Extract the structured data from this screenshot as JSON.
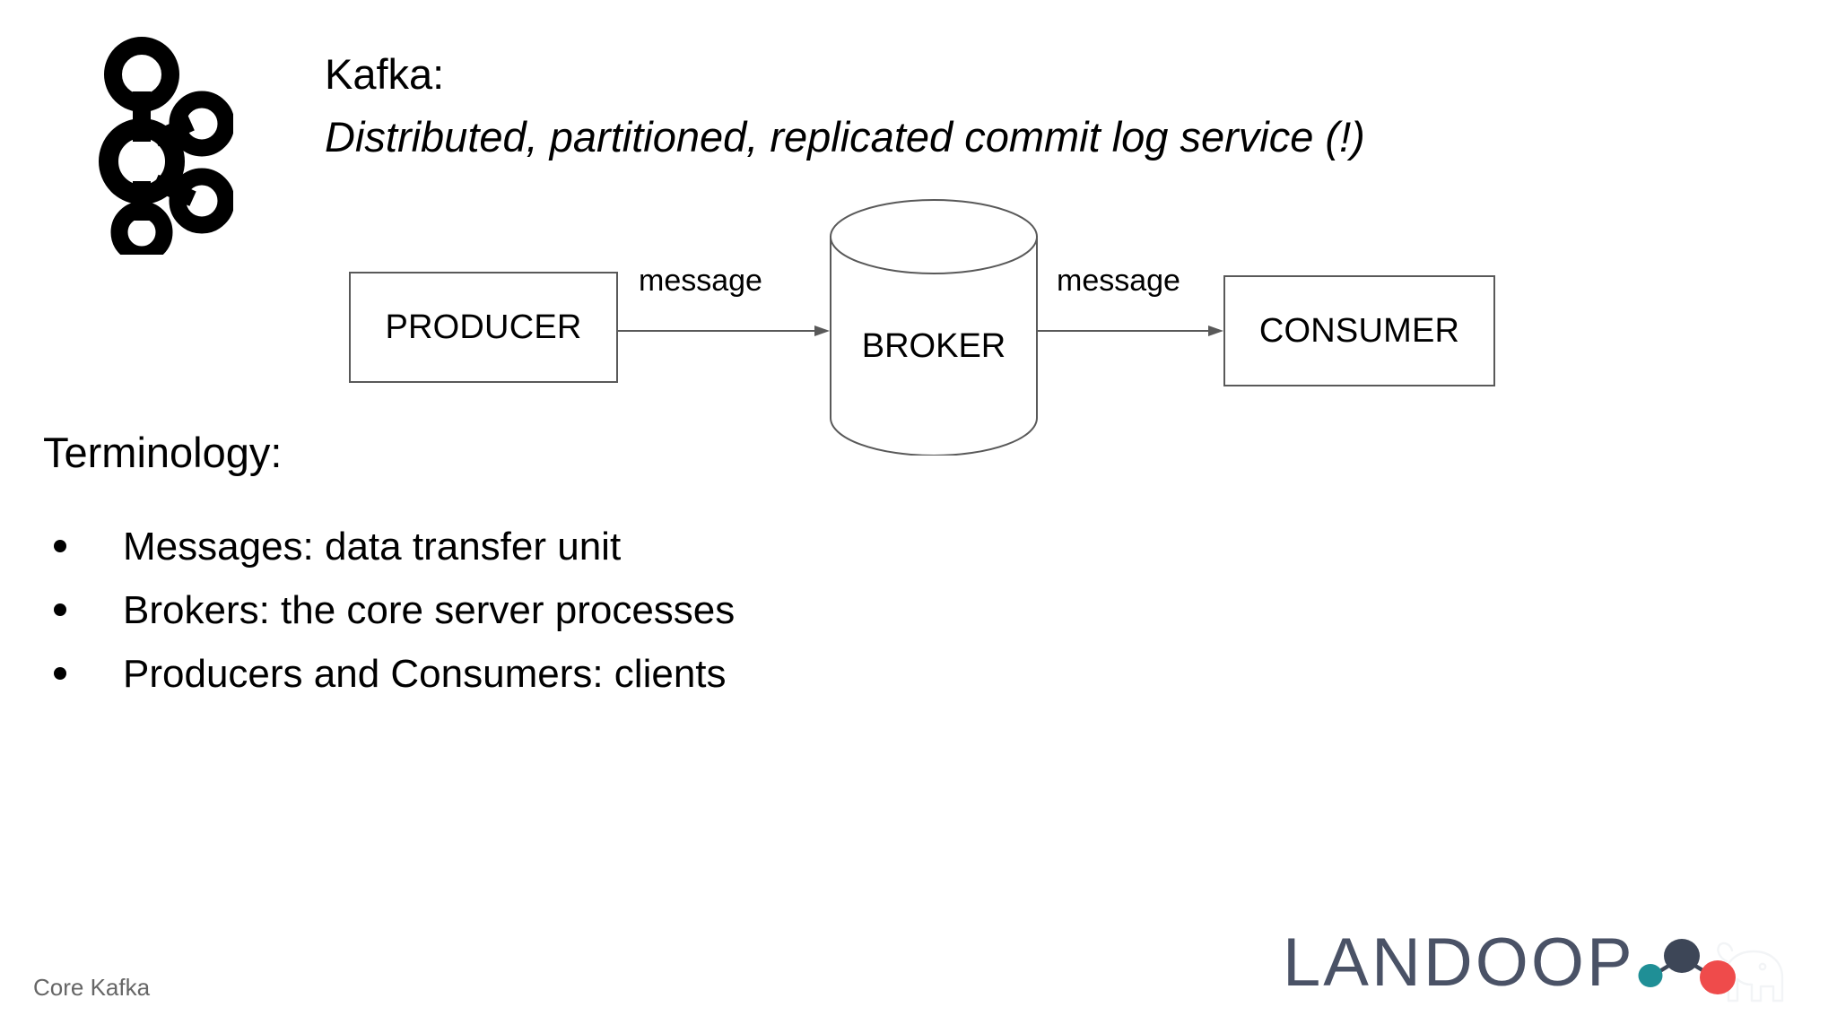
{
  "slide": {
    "background_color": "#ffffff",
    "header": {
      "title": "Kafka:",
      "subtitle": "Distributed, partitioned, replicated commit log service (!)"
    },
    "brand_logo": {
      "name": "apache-kafka-logo",
      "color": "#000000"
    },
    "diagram": {
      "type": "flow",
      "producer_label": "PRODUCER",
      "broker_label": "BROKER",
      "consumer_label": "CONSUMER",
      "edge_label_left": "message",
      "edge_label_right": "message",
      "stroke_color": "#595959"
    },
    "terminology": {
      "heading": "Terminology:",
      "bullets": [
        "Messages: data transfer unit",
        "Brokers: the core server processes",
        "Producers and Consumers: clients"
      ]
    },
    "footer": {
      "label": "Core Kafka",
      "color": "#666666"
    },
    "landoop": {
      "wordmark": "LANDOOP",
      "wordmark_color": "#4a5266",
      "dot_navy": "#3d4657",
      "dot_teal": "#1f8f96",
      "dot_red": "#ef4b4b",
      "watermark": "elephant-watermark"
    }
  }
}
